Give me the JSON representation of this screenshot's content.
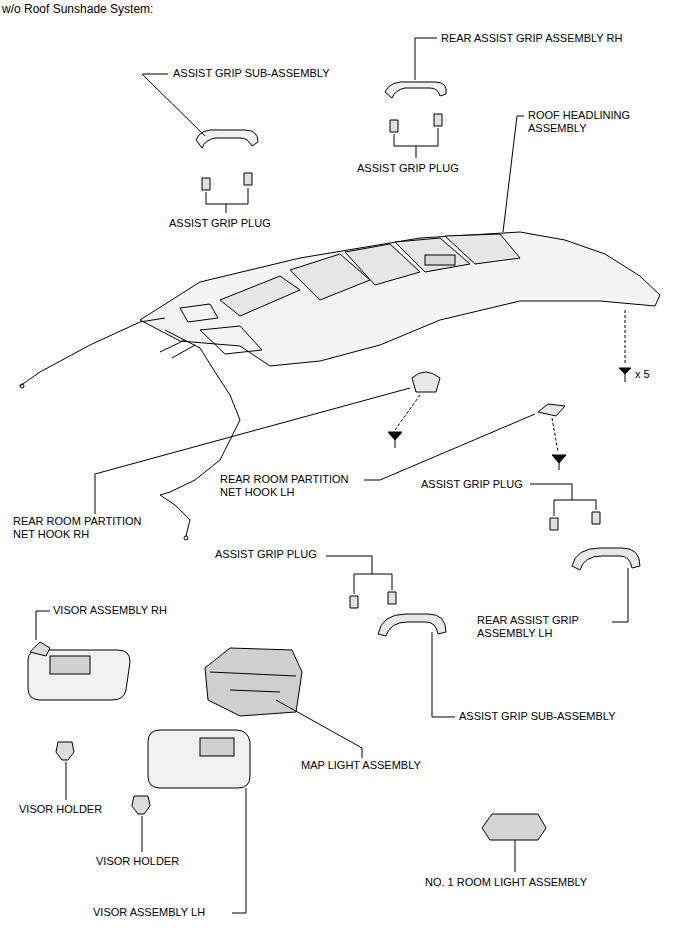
{
  "diagram": {
    "title": "w/o Roof Sunshade System:",
    "labels": [
      "REAR ASSIST GRIP ASSEMBLY RH",
      "ASSIST GRIP SUB-ASSEMBLY",
      "ROOF HEADLINING ASSEMBLY",
      "ASSIST GRIP PLUG",
      "ASSIST GRIP PLUG",
      "x 5",
      "REAR ROOM PARTITION NET HOOK LH",
      "ASSIST GRIP PLUG",
      "REAR ROOM PARTITION NET HOOK RH",
      "ASSIST GRIP PLUG",
      "VISOR ASSEMBLY RH",
      "REAR ASSIST GRIP ASSEMBLY LH",
      "ASSIST GRIP SUB-ASSEMBLY",
      "MAP LIGHT ASSEMBLY",
      "VISOR HOLDER",
      "VISOR HOLDER",
      "NO. 1 ROOM LIGHT ASSEMBLY",
      "VISOR ASSEMBLY LH"
    ]
  }
}
